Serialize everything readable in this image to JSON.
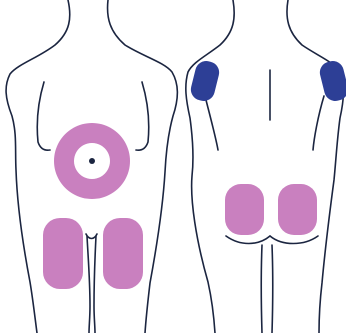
{
  "figure": {
    "views": [
      {
        "view": "front",
        "sites": [
          "abdomen",
          "left-thigh",
          "right-thigh"
        ]
      },
      {
        "view": "back",
        "sites": [
          "left-upper-arm",
          "right-upper-arm",
          "left-buttock",
          "right-buttock"
        ]
      }
    ]
  },
  "colors": {
    "outline": "#1b2540",
    "site_pink": "#c980bf",
    "site_blue": "#2d3f96",
    "navel": "#1b2540",
    "background": "#ffffff"
  }
}
